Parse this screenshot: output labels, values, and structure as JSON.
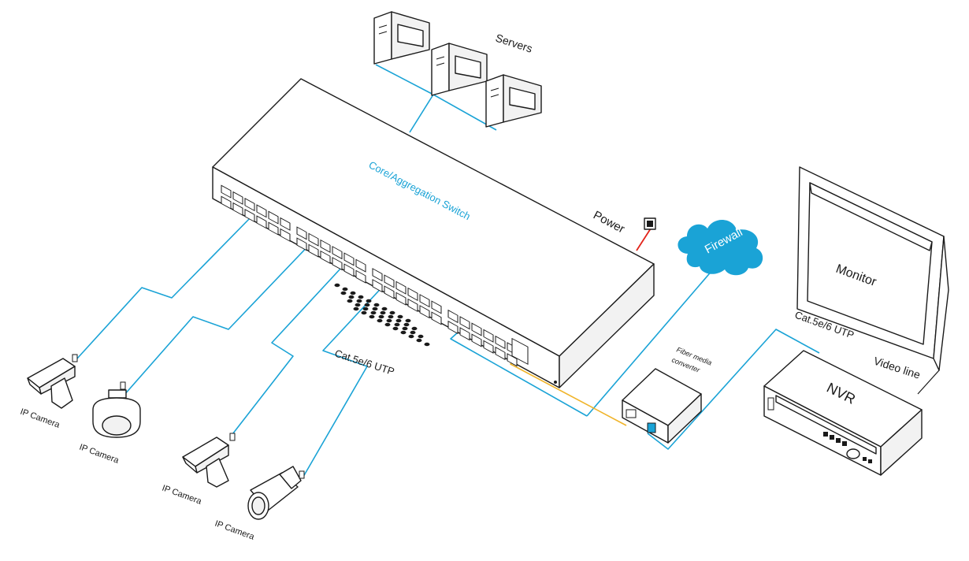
{
  "labels": {
    "servers": "Servers",
    "switch": "Core/Aggregation Switch",
    "power": "Power",
    "firewall": "Firewall",
    "monitor": "Monitor",
    "nvr": "NVR",
    "video_line": "Video line",
    "cat_left": "Cat.5e/6 UTP",
    "cat_right": "Cat.5e/6 UTP",
    "fiber_converter_line1": "Fiber media",
    "fiber_converter_line2": "converter",
    "camera_1": "IP Camera",
    "camera_2": "IP Camera",
    "camera_3": "IP Camera",
    "camera_4": "IP Camera"
  },
  "colors": {
    "cable": "#1aa3d6",
    "fiber": "#f0b42a",
    "power": "#e2231a",
    "firewall": "#1aa3d6",
    "outline": "#1a1a1a"
  }
}
